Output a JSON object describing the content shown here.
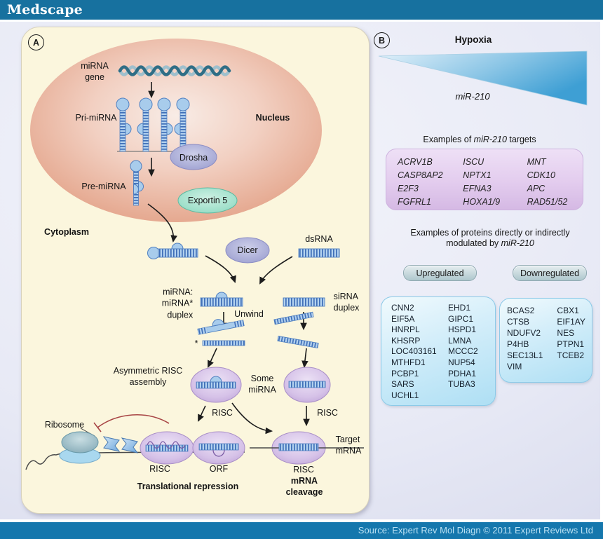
{
  "header": {
    "brand": "Medscape"
  },
  "footer": {
    "source": "Source: Expert Rev Mol Diagn © 2011 Expert Reviews Ltd"
  },
  "colors": {
    "header_bar": "#17719f",
    "footer_bar": "#1577ad",
    "canvas_bg": "#e7e9f5",
    "panel_a_bg": "#fbf6dd",
    "nucleus_salmon": "#e2a58c",
    "hypoxia_triangle_blue": "#3e9fd4",
    "targets_box_purple": "#dcc4ea",
    "protein_box_blue": "#bde4f6",
    "risc_oval_purple": "#c9b0de",
    "enzyme_oval_lavender": "#a3a5d3",
    "exportin_oval_mint": "#93dcc5"
  },
  "panel_a": {
    "badge": "A",
    "labels": {
      "mirna_gene": "miRNA\ngene",
      "pri_mirna": "Pri-miRNA",
      "nucleus": "Nucleus",
      "drosha": "Drosha",
      "pre_mirna": "Pre-miRNA",
      "exportin": "Exportin 5",
      "cytoplasm": "Cytoplasm",
      "dicer": "Dicer",
      "dsrna": "dsRNA",
      "mirna_duplex": "miRNA:\nmiRNA*\nduplex",
      "unwind": "Unwind",
      "sirna_duplex": "siRNA\nduplex",
      "asymmetric_risc": "Asymmetric RISC\nassembly",
      "some_mirna": "Some\nmiRNA",
      "asterisk": "*",
      "risc_left": "RISC",
      "risc_right": "RISC",
      "ribosome": "Ribosome",
      "risc_bottom_left": "RISC",
      "orf": "ORF",
      "translational_repression": "Translational repression",
      "target_mrna": "Target\nmRNA",
      "risc_bottom_right": "RISC",
      "mrna_cleavage": "mRNA cleavage"
    }
  },
  "panel_b": {
    "badge": "B",
    "hypoxia": "Hypoxia",
    "mir210": "miR-210",
    "targets_title": {
      "prefix": "Examples of ",
      "gene": "miR-210",
      "suffix": " targets"
    },
    "targets_columns": [
      [
        "ACRV1B",
        "CASP8AP2",
        "E2F3",
        "FGFRL1"
      ],
      [
        "ISCU",
        "NPTX1",
        "EFNA3",
        "HOXA1/9"
      ],
      [
        "MNT",
        "CDK10",
        "APC",
        "RAD51/52"
      ]
    ],
    "modulated_title": {
      "line1": "Examples of proteins directly or indirectly",
      "line2_prefix": "modulated by ",
      "line2_gene": "miR-210"
    },
    "upregulated_label": "Upregulated",
    "downregulated_label": "Downregulated",
    "upregulated_columns": [
      [
        "CNN2",
        "EIF5A",
        "HNRPL",
        "KHSRP",
        "LOC403161",
        "MTHFD1",
        "PCBP1",
        "SARS",
        "UCHL1"
      ],
      [
        "EHD1",
        "GIPC1",
        "HSPD1",
        "LMNA",
        "MCCC2",
        "NUP54",
        "PDHA1",
        "TUBA3"
      ]
    ],
    "downregulated_columns": [
      [
        "BCAS2",
        "CTSB",
        "NDUFV2",
        "P4HB",
        "SEC13L1",
        "VIM"
      ],
      [
        "CBX1",
        "EIF1AY",
        "NES",
        "PTPN1",
        "TCEB2"
      ]
    ]
  }
}
